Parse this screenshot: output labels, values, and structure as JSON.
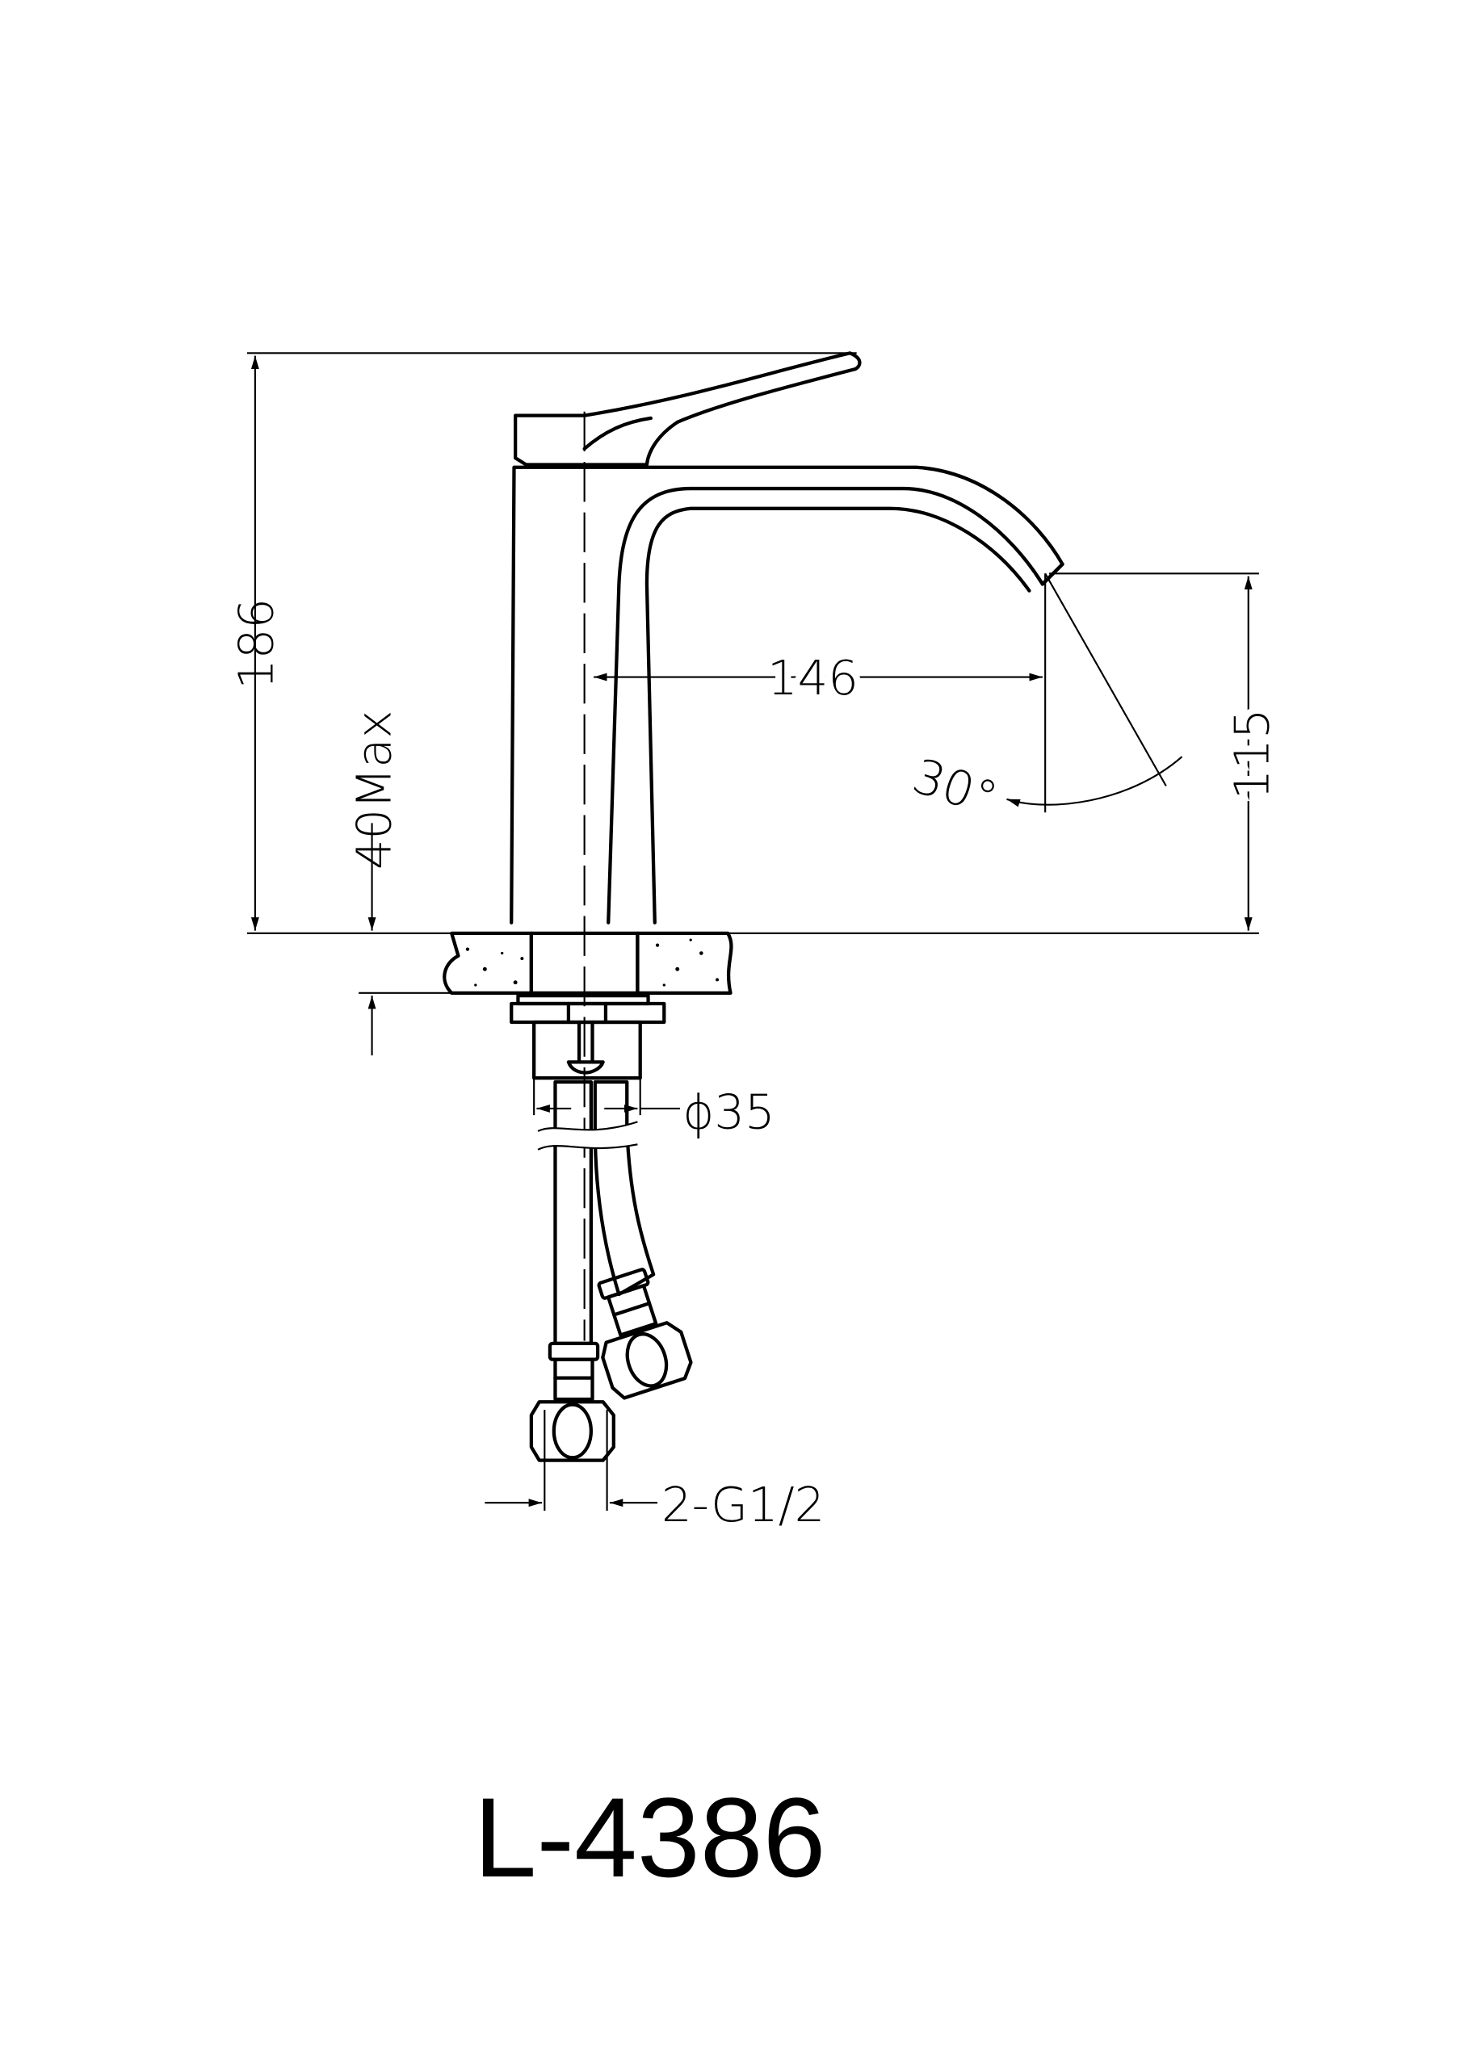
{
  "drawing": {
    "model_code": "L-4386",
    "dimensions": {
      "total_height": "186",
      "spout_reach": "146",
      "spout_height": "115",
      "spray_angle": "30°",
      "max_counter_thickness": "40Max",
      "shank_diameter": "ϕ35",
      "connection": "2-G1/2"
    },
    "line_color": "#000000",
    "background": "#ffffff"
  }
}
